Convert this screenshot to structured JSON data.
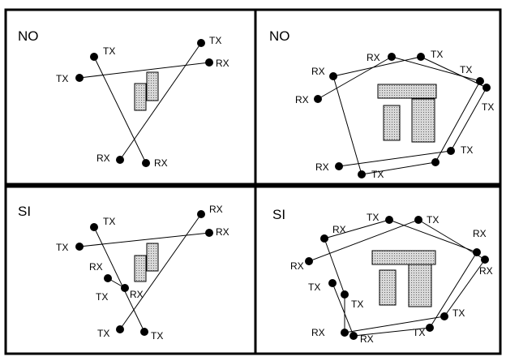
{
  "panels": [
    {
      "id": "top-left",
      "title": "NO",
      "labels": [
        "TX",
        "TX",
        "TX",
        "RX",
        "RX",
        "RX"
      ]
    },
    {
      "id": "top-right",
      "title": "NO",
      "labels": [
        "RX",
        "TX",
        "RX",
        "RX",
        "TX",
        "TX",
        "RX",
        "TX",
        "TX"
      ]
    },
    {
      "id": "bottom-left",
      "title": "SI",
      "labels": [
        "TX",
        "TX",
        "RX",
        "TX",
        "RX",
        "RX",
        "RX",
        "TX",
        "TX"
      ]
    },
    {
      "id": "bottom-right",
      "title": "SI",
      "labels": [
        "TX",
        "TX",
        "RX",
        "RX",
        "RX",
        "RX",
        "TX",
        "TX",
        "TX",
        "RX",
        "RX",
        "TX"
      ]
    }
  ],
  "colors": {
    "stroke": "#000000",
    "obstacle_fill": "#c8c8c8",
    "background": "#ffffff"
  }
}
